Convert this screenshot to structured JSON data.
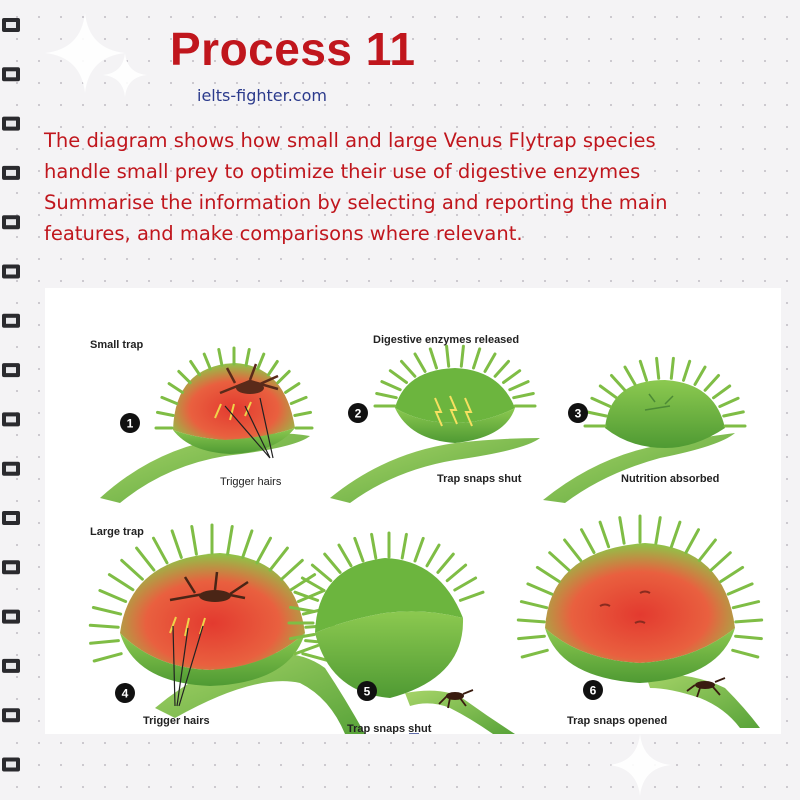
{
  "header": {
    "title": "Process 11",
    "website": "ielts-fighter.com"
  },
  "task": {
    "lines": [
      "The diagram shows how small and large Venus Flytrap species",
      "handle small prey to optimize their use of digestive enzymes",
      "Summarise the information by selecting and reporting the main",
      "features, and make comparisons where relevant."
    ]
  },
  "diagram": {
    "small_trap": {
      "heading": "Small trap",
      "top_label": "Digestive enzymes released",
      "steps": [
        {
          "number": "1",
          "label": "Trigger hairs"
        },
        {
          "number": "2",
          "label": "Trap snaps shut"
        },
        {
          "number": "3",
          "label": "Nutrition absorbed"
        }
      ]
    },
    "large_trap": {
      "heading": "Large trap",
      "steps": [
        {
          "number": "4",
          "label": "Trigger hairs"
        },
        {
          "number": "5",
          "label": "Trap snaps shut"
        },
        {
          "number": "6",
          "label": "Trap snaps opened"
        }
      ]
    }
  },
  "colors": {
    "title_red": "#c0161d",
    "site_blue": "#2b3a8c",
    "leaf_green": "#6fb93f",
    "leaf_dark": "#3f8a2a",
    "interior_red": "#e0493a"
  }
}
